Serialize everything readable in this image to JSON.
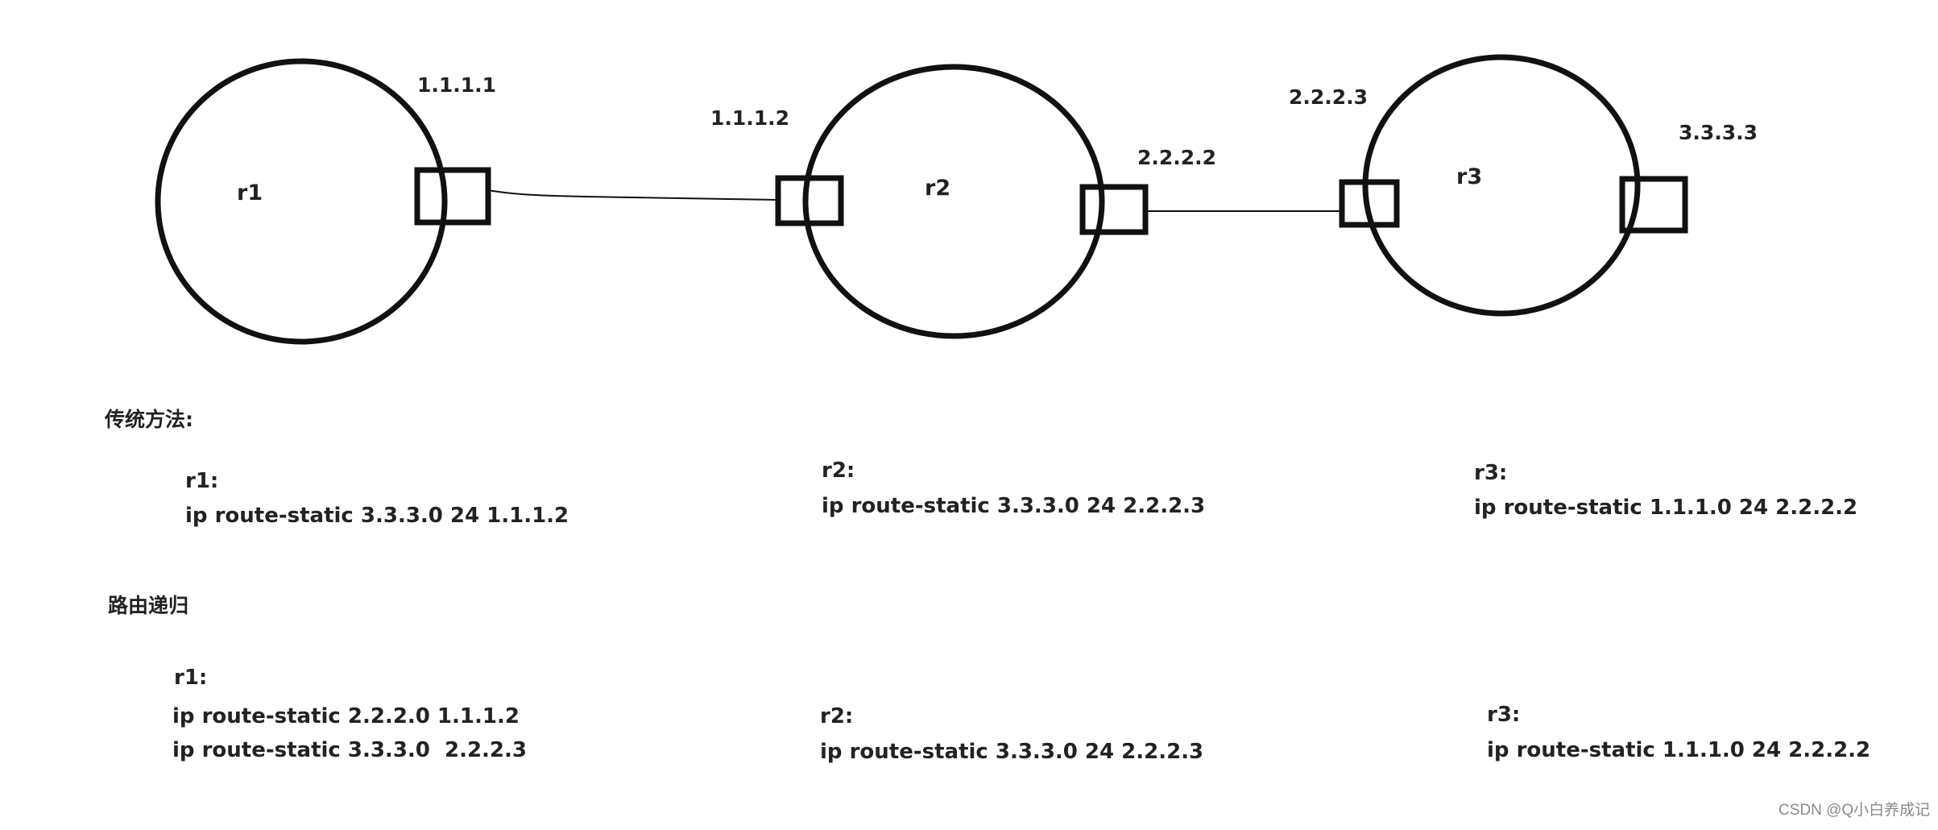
{
  "routers": [
    {
      "name": "r1",
      "interfaces": [
        "1.1.1.1"
      ]
    },
    {
      "name": "r2",
      "interfaces": [
        "1.1.1.2",
        "2.2.2.2"
      ]
    },
    {
      "name": "r3",
      "interfaces": [
        "2.2.2.3",
        "3.3.3.3"
      ]
    }
  ],
  "links": [
    {
      "from": "1.1.1.1",
      "to": "1.1.1.2"
    },
    {
      "from": "2.2.2.2",
      "to": "2.2.2.3"
    }
  ],
  "traditional": {
    "heading": "传统方法:",
    "r1": {
      "label": "r1:",
      "lines": [
        "ip route-static 3.3.3.0 24 1.1.1.2"
      ]
    },
    "r2": {
      "label": "r2:",
      "lines": [
        "ip route-static 3.3.3.0 24 2.2.2.3"
      ]
    },
    "r3": {
      "label": "r3:",
      "lines": [
        "ip route-static 1.1.1.0 24 2.2.2.2"
      ]
    }
  },
  "recursive": {
    "heading": "路由递归",
    "r1": {
      "label": "r1:",
      "lines": [
        "ip route-static 2.2.2.0 1.1.1.2",
        "ip route-static 3.3.3.0  2.2.2.3"
      ]
    },
    "r2": {
      "label": "r2:",
      "lines": [
        "ip route-static 3.3.3.0 24 2.2.2.3"
      ]
    },
    "r3": {
      "label": "r3:",
      "lines": [
        "ip route-static 1.1.1.0 24 2.2.2.2"
      ]
    }
  },
  "watermark": "CSDN @Q小白养成记",
  "colors": {
    "stroke": "#111111",
    "text": "#222222",
    "watermark": "#8a8a8a"
  }
}
